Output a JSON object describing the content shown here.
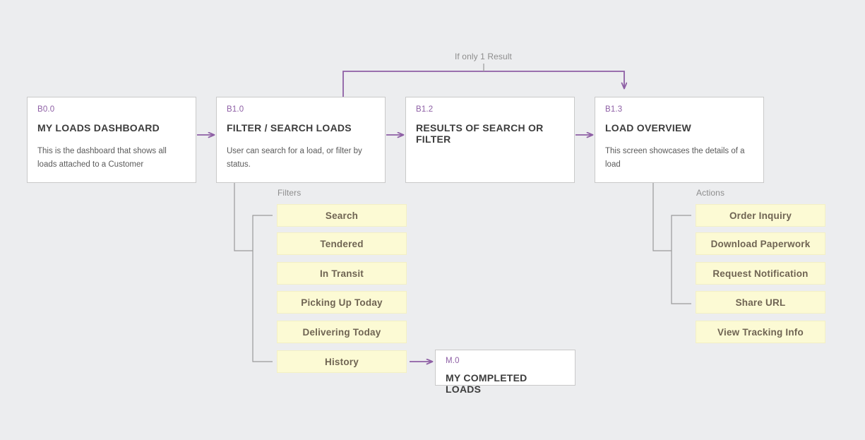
{
  "canvas": {
    "background": "#ecedef",
    "accent_purple": "#8e5fa5",
    "chip_fill": "#fcfad4",
    "chip_text": "#6f6453",
    "connector_gray": "#9a9a9a",
    "label_gray": "#8d8d8d"
  },
  "screens": [
    {
      "id": "B0.0",
      "title": "MY LOADS DASHBOARD",
      "desc": "This is the dashboard that shows all loads attached to a Customer"
    },
    {
      "id": "B1.0",
      "title": "FILTER / SEARCH LOADS",
      "desc": "User can search for a load, or filter by status."
    },
    {
      "id": "B1.2",
      "title": "RESULTS OF SEARCH OR FILTER",
      "desc": ""
    },
    {
      "id": "B1.3",
      "title": "LOAD OVERVIEW",
      "desc": "This screen showcases the details of a load"
    },
    {
      "id": "M.0",
      "title": "MY COMPLETED LOADS",
      "desc": ""
    }
  ],
  "filters": {
    "label": "Filters",
    "items": [
      {
        "label": "Search"
      },
      {
        "label": "Tendered"
      },
      {
        "label": "In Transit"
      },
      {
        "label": "Picking Up Today"
      },
      {
        "label": "Delivering Today"
      },
      {
        "label": "History"
      }
    ]
  },
  "actions": {
    "label": "Actions",
    "items": [
      {
        "label": "Order Inquiry"
      },
      {
        "label": "Download Paperwork"
      },
      {
        "label": "Request Notification"
      },
      {
        "label": "Share URL"
      },
      {
        "label": "View Tracking Info"
      }
    ]
  },
  "annotations": {
    "if_one_result": "If only 1 Result"
  }
}
